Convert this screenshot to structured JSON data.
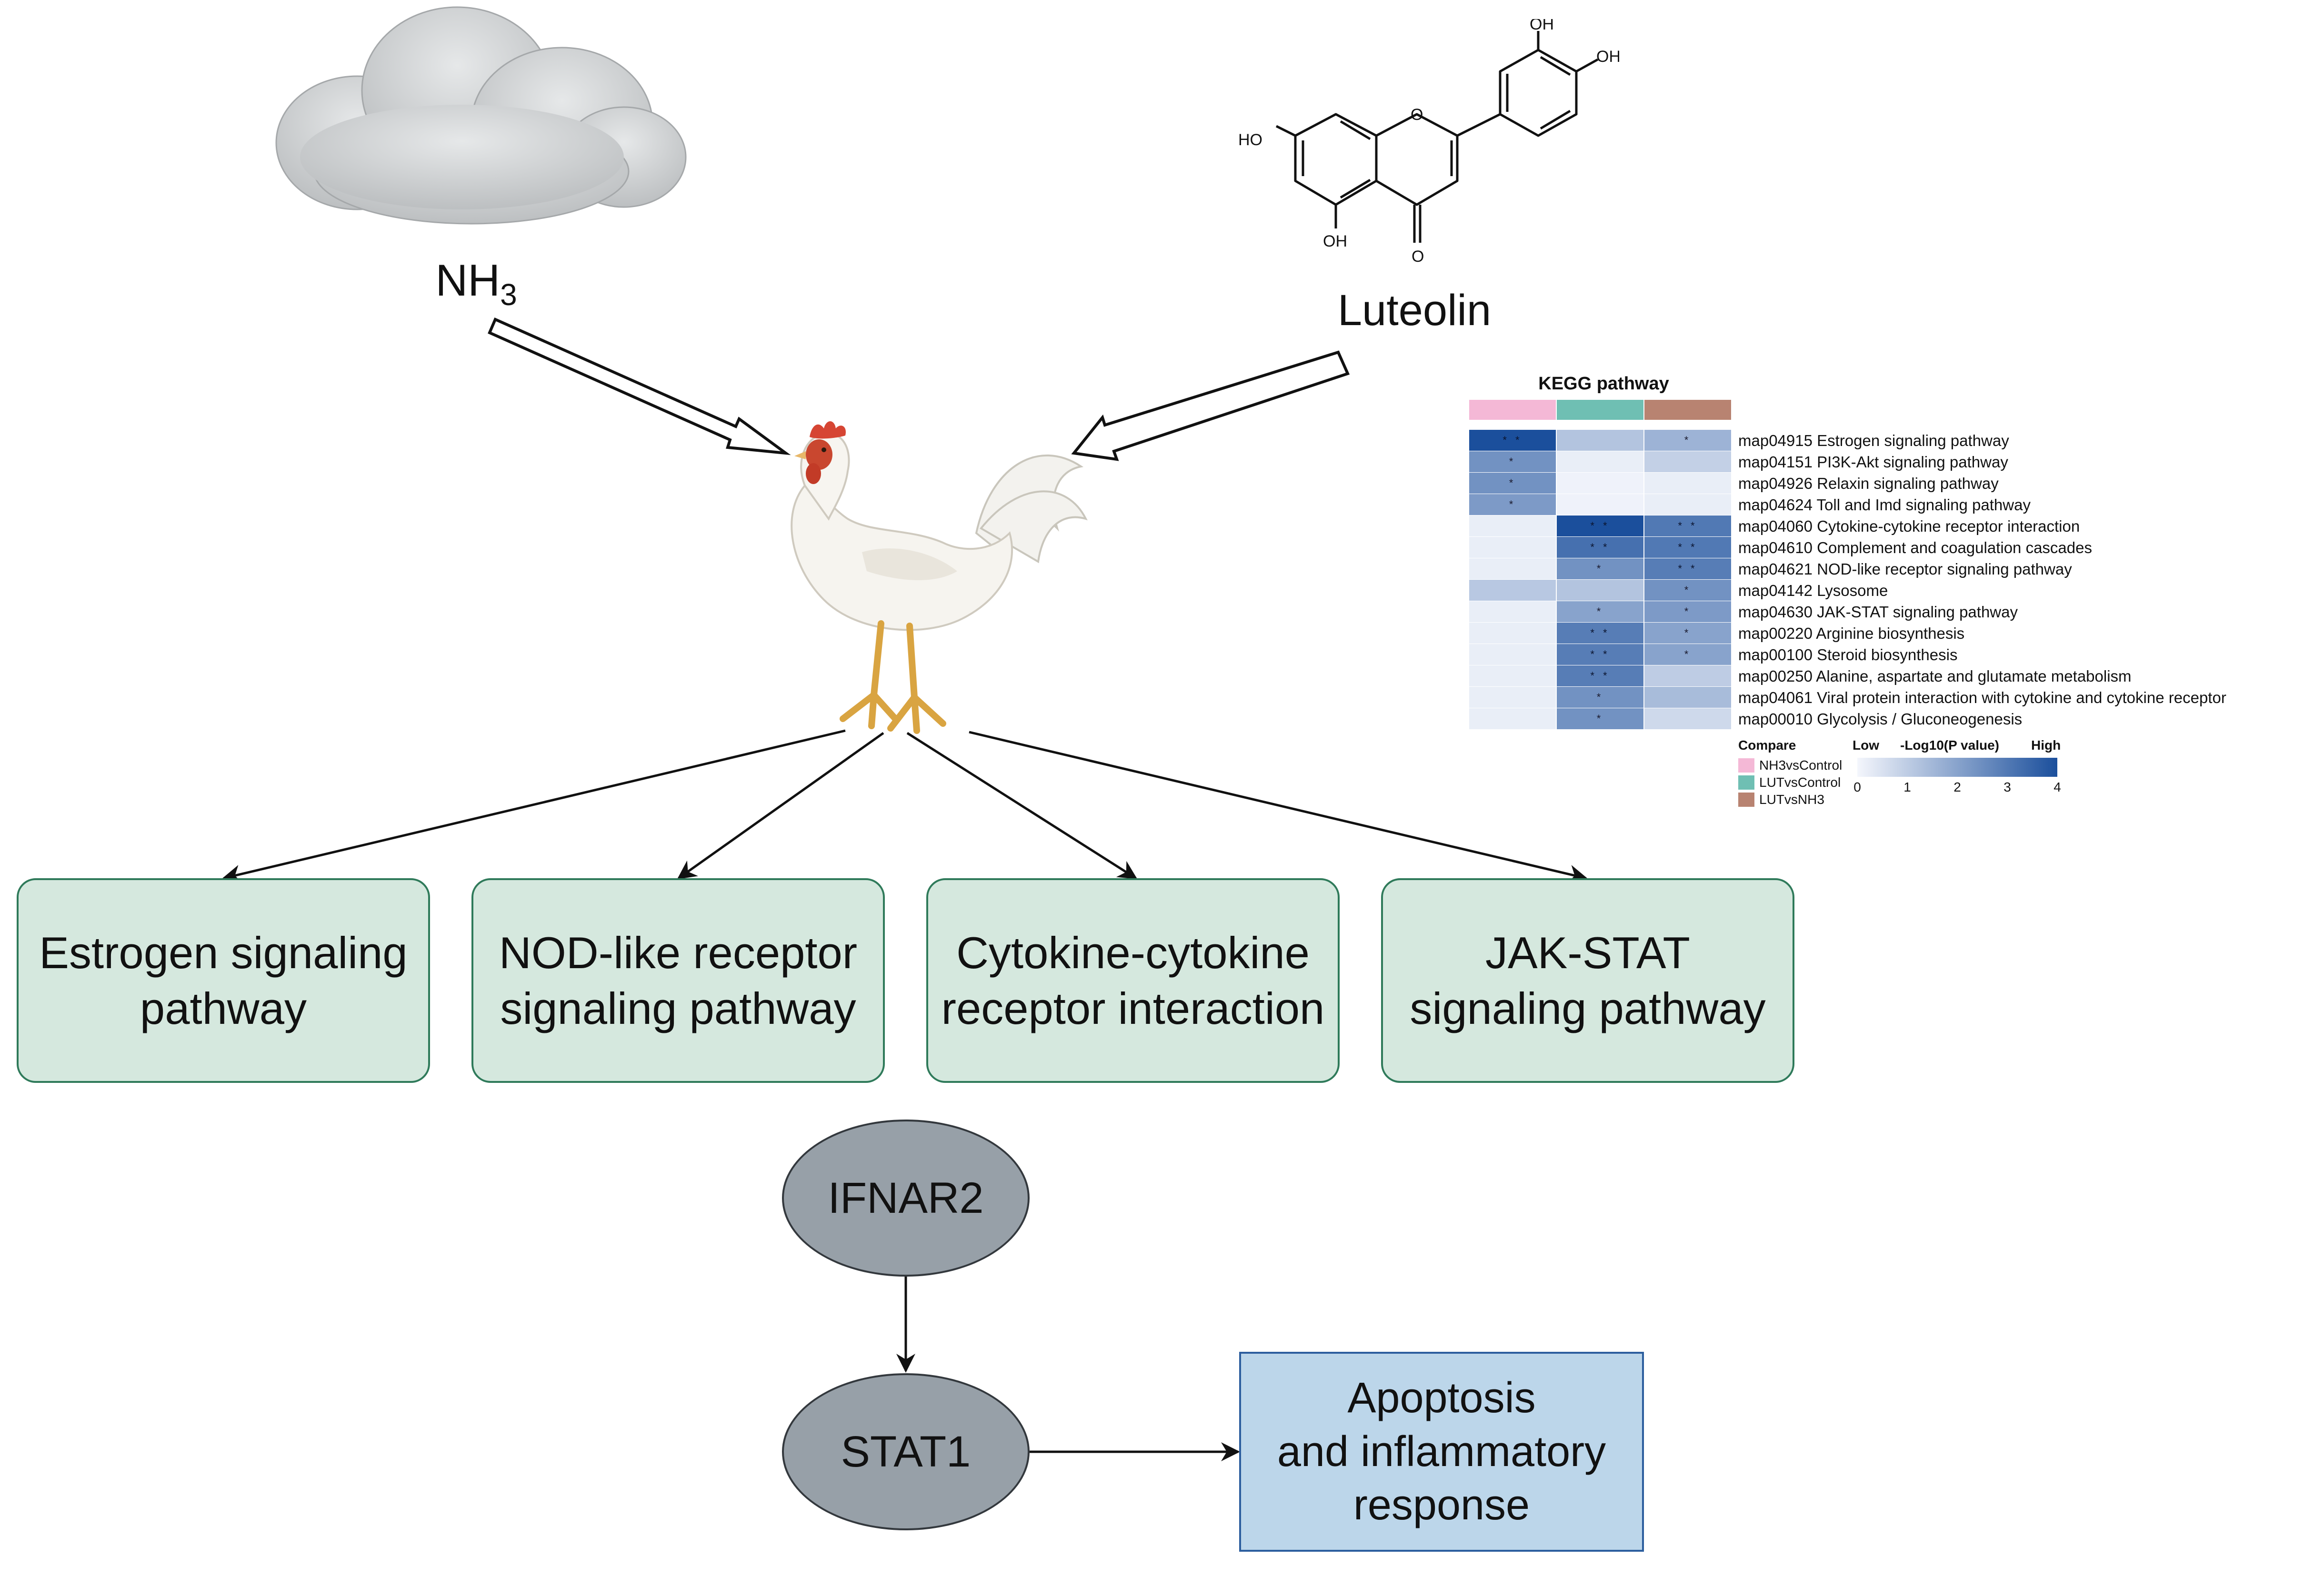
{
  "inputs": {
    "gas_label": "NH",
    "gas_subscript": "3",
    "compound_label": "Luteolin",
    "hydroxyl_labels": [
      "OH",
      "OH",
      "HO",
      "OH",
      "O",
      "O"
    ]
  },
  "pathways": [
    {
      "line1": "Estrogen signaling",
      "line2": "pathway"
    },
    {
      "line1": "NOD-like receptor",
      "line2": "signaling pathway"
    },
    {
      "line1": "Cytokine-cytokine",
      "line2": "receptor interaction"
    },
    {
      "line1": "JAK-STAT",
      "line2": "signaling pathway"
    }
  ],
  "nodes": {
    "receptor": "IFNAR2",
    "transcription_factor": "STAT1"
  },
  "outcome": {
    "line1": "Apoptosis",
    "line2": "and inflammatory",
    "line3": "response"
  },
  "kegg": {
    "title": "KEGG pathway",
    "group_colors": [
      "#f4b8d6",
      "#6fbfb3",
      "#b88371"
    ],
    "rows": [
      {
        "label": "map04915 Estrogen signaling pathway",
        "levels": [
          4.0,
          1.2,
          1.6
        ],
        "stars": [
          "* *",
          "",
          "*"
        ]
      },
      {
        "label": "map04151 PI3K-Akt signaling pathway",
        "levels": [
          2.4,
          0.2,
          0.9
        ],
        "stars": [
          "*",
          "",
          ""
        ]
      },
      {
        "label": "map04926 Relaxin signaling pathway",
        "levels": [
          2.4,
          0.1,
          0.2
        ],
        "stars": [
          "*",
          "",
          ""
        ]
      },
      {
        "label": "map04624 Toll and Imd signaling pathway",
        "levels": [
          2.2,
          0.1,
          0.2
        ],
        "stars": [
          "*",
          "",
          ""
        ]
      },
      {
        "label": "map04060 Cytokine-cytokine receptor interaction",
        "levels": [
          0.2,
          4.0,
          3.0
        ],
        "stars": [
          "",
          "* *",
          "* *"
        ]
      },
      {
        "label": "map04610 Complement and coagulation cascades",
        "levels": [
          0.2,
          3.2,
          3.0
        ],
        "stars": [
          "",
          "* *",
          "* *"
        ]
      },
      {
        "label": "map04621 NOD-like receptor signaling pathway",
        "levels": [
          0.2,
          2.4,
          2.9
        ],
        "stars": [
          "",
          "*",
          "* *"
        ]
      },
      {
        "label": "map04142 Lysosome",
        "levels": [
          1.1,
          1.2,
          2.4
        ],
        "stars": [
          "",
          "",
          "*"
        ]
      },
      {
        "label": "map04630 JAK-STAT signaling pathway",
        "levels": [
          0.2,
          2.0,
          2.2
        ],
        "stars": [
          "",
          "*",
          "*"
        ]
      },
      {
        "label": "map00220 Arginine biosynthesis",
        "levels": [
          0.2,
          2.9,
          2.0
        ],
        "stars": [
          "",
          "* *",
          "*"
        ]
      },
      {
        "label": "map00100 Steroid biosynthesis",
        "levels": [
          0.2,
          2.9,
          2.0
        ],
        "stars": [
          "",
          "* *",
          "*"
        ]
      },
      {
        "label": "map00250 Alanine, aspartate and glutamate metabolism",
        "levels": [
          0.2,
          2.9,
          1.0
        ],
        "stars": [
          "",
          "* *",
          ""
        ]
      },
      {
        "label": "map04061 Viral protein interaction with cytokine and cytokine receptor",
        "levels": [
          0.2,
          2.4,
          1.4
        ],
        "stars": [
          "",
          "*",
          ""
        ]
      },
      {
        "label": "map00010 Glycolysis / Gluconeogenesis",
        "levels": [
          0.2,
          2.4,
          0.7
        ],
        "stars": [
          "",
          "*",
          ""
        ]
      }
    ],
    "legend": {
      "compare_title": "Compare",
      "groups": [
        "NH3vsControl",
        "LUTvsControl",
        "LUTvsNH3"
      ],
      "scale_low": "Low",
      "scale_title": "-Log10(P value)",
      "scale_high": "High",
      "ticks": [
        "0",
        "1",
        "2",
        "3",
        "4"
      ],
      "scale_min": 0,
      "scale_max": 4,
      "color_low": "#f4f6fc",
      "color_high": "#1b4f9c"
    }
  }
}
